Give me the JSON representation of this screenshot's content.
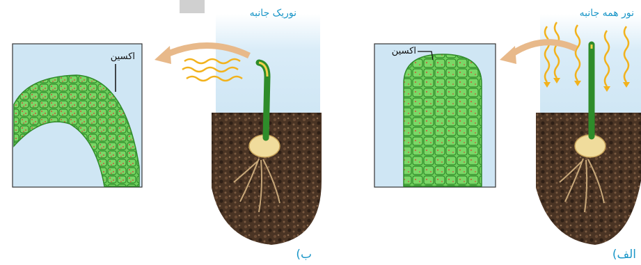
{
  "panels": {
    "left": {
      "title": "نوریک جانبه",
      "label": "ب)",
      "inset_label": "اکسین"
    },
    "right": {
      "title": "نور همه جانبه",
      "label": "الف)",
      "inset_label": "اکسین"
    }
  },
  "colors": {
    "sky": "#cfe6f4",
    "soil": "#4a3424",
    "cell_fill": "#6ccd5a",
    "cell_stroke": "#2f8a2a",
    "light": "#f2b21c",
    "arrow": "#e8b98a",
    "label": "#1a96c8"
  }
}
